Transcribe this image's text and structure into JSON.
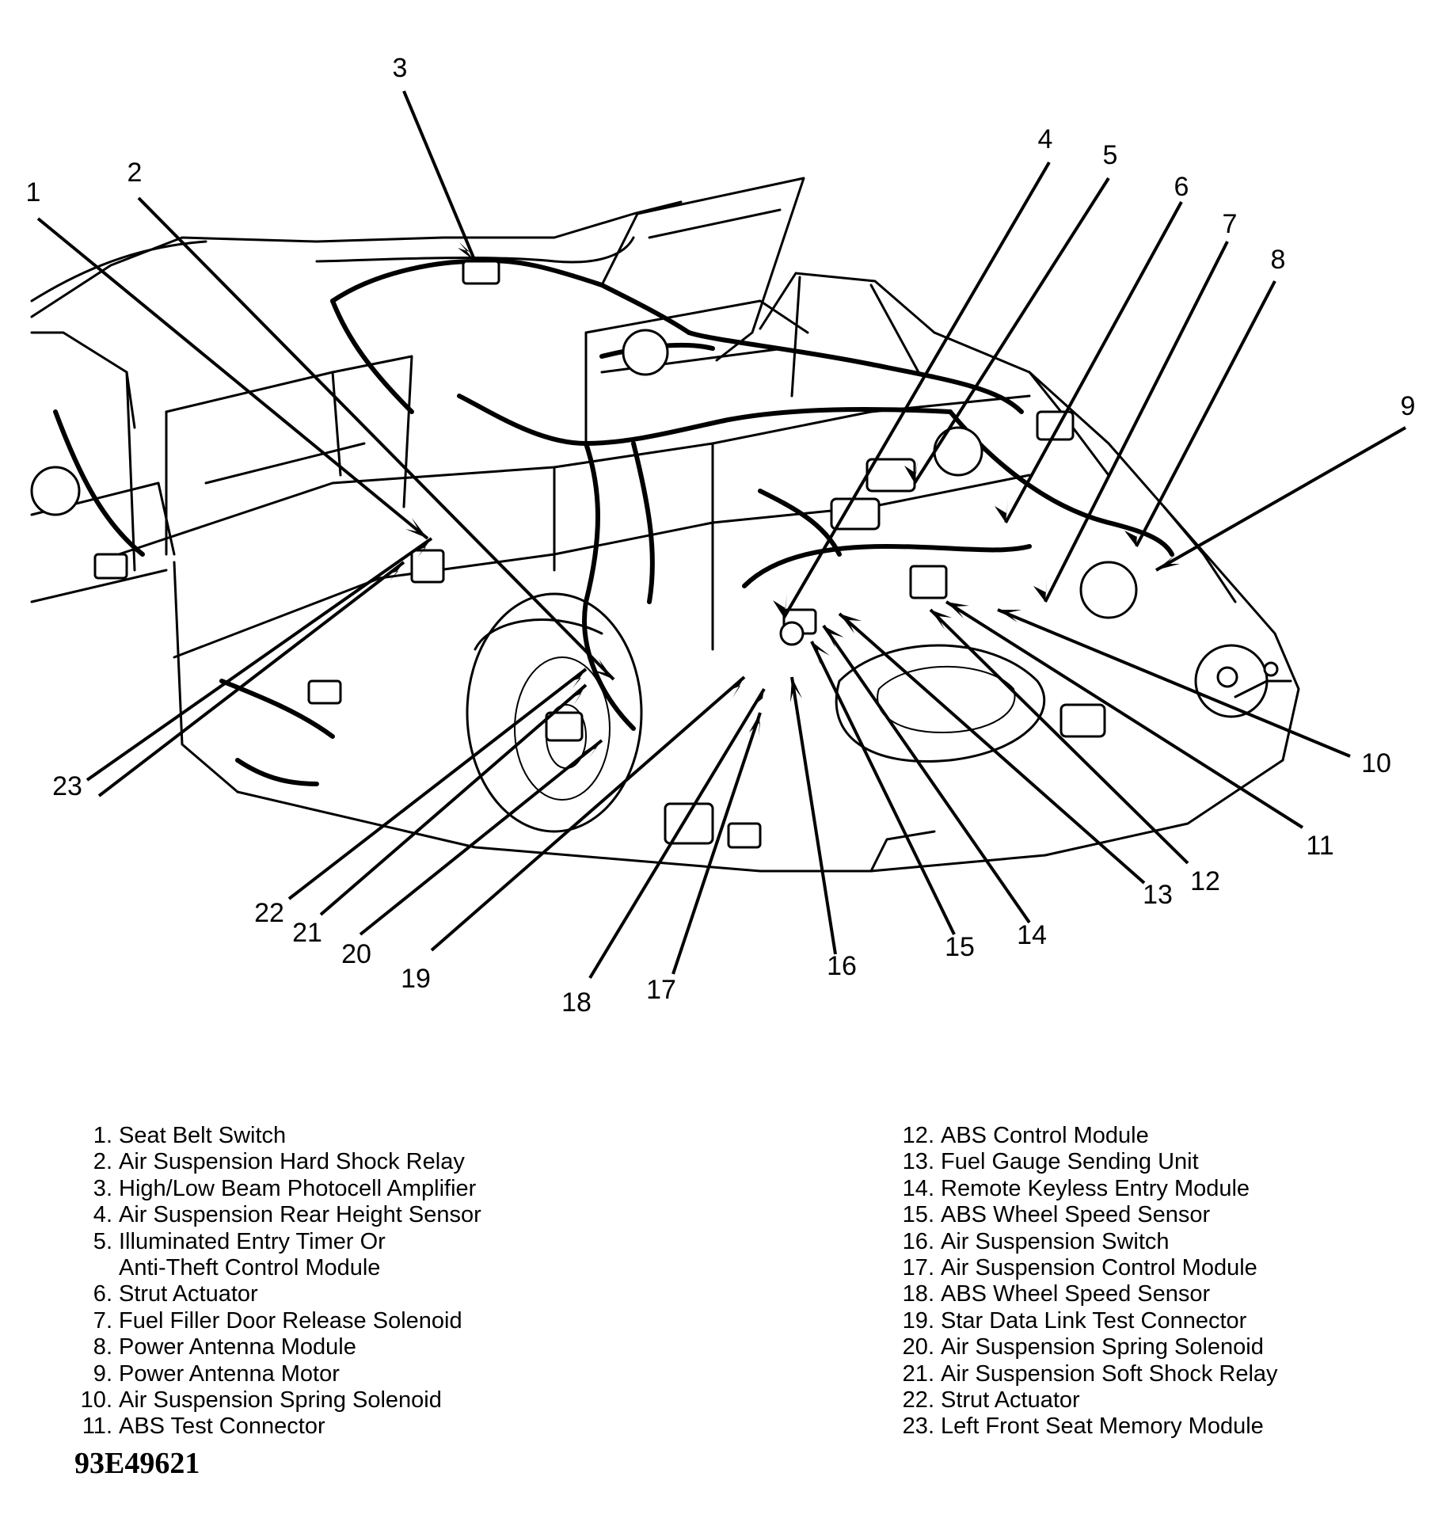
{
  "callouts": [
    {
      "number": "1",
      "label": "Seat Belt Switch"
    },
    {
      "number": "2",
      "label": "Air Suspension Hard Shock Relay"
    },
    {
      "number": "3",
      "label": "High/Low Beam Photocell Amplifier"
    },
    {
      "number": "4",
      "label": "Air Suspension Rear Height Sensor"
    },
    {
      "number": "5",
      "label": "Illuminated Entry Timer Or",
      "label_line2": "Anti-Theft Control Module"
    },
    {
      "number": "6",
      "label": "Strut Actuator"
    },
    {
      "number": "7",
      "label": "Fuel Filler Door Release Solenoid"
    },
    {
      "number": "8",
      "label": "Power Antenna Module"
    },
    {
      "number": "9",
      "label": "Power Antenna Motor"
    },
    {
      "number": "10",
      "label": "Air Suspension Spring Solenoid"
    },
    {
      "number": "11",
      "label": "ABS Test Connector"
    },
    {
      "number": "12",
      "label": "ABS Control Module"
    },
    {
      "number": "13",
      "label": "Fuel Gauge Sending Unit"
    },
    {
      "number": "14",
      "label": "Remote Keyless Entry Module"
    },
    {
      "number": "15",
      "label": "ABS Wheel Speed Sensor"
    },
    {
      "number": "16",
      "label": "Air Suspension Switch"
    },
    {
      "number": "17",
      "label": "Air Suspension Control Module"
    },
    {
      "number": "18",
      "label": "ABS Wheel Speed Sensor"
    },
    {
      "number": "19",
      "label": "Star Data Link Test Connector"
    },
    {
      "number": "20",
      "label": "Air Suspension Spring Solenoid"
    },
    {
      "number": "21",
      "label": "Air Suspension Soft Shock Relay"
    },
    {
      "number": "22",
      "label": "Strut Actuator"
    },
    {
      "number": "23",
      "label": "Left Front Seat Memory Module"
    }
  ],
  "figure_id": "93E49621"
}
